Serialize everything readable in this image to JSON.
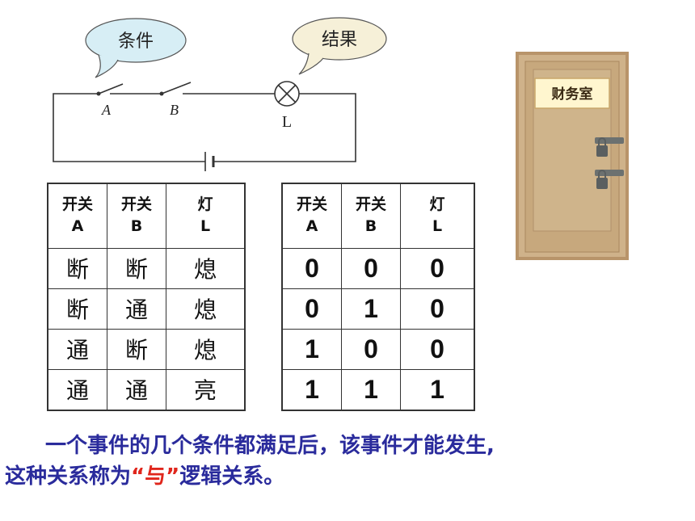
{
  "circuit": {
    "bubble_condition": "条件",
    "bubble_result": "结果",
    "switch_a": "A",
    "switch_b": "B",
    "lamp": "L"
  },
  "door": {
    "sign": "财务室"
  },
  "table_text": {
    "headers": [
      [
        "开关",
        "A"
      ],
      [
        "开关",
        "B"
      ],
      [
        "灯",
        "L"
      ]
    ],
    "rows": [
      [
        "断",
        "断",
        "熄"
      ],
      [
        "断",
        "通",
        "熄"
      ],
      [
        "通",
        "断",
        "熄"
      ],
      [
        "通",
        "通",
        "亮"
      ]
    ]
  },
  "table_binary": {
    "headers": [
      [
        "开关",
        "A"
      ],
      [
        "开关",
        "B"
      ],
      [
        "灯",
        "L"
      ]
    ],
    "rows": [
      [
        "0",
        "0",
        "0"
      ],
      [
        "0",
        "1",
        "0"
      ],
      [
        "1",
        "0",
        "0"
      ],
      [
        "1",
        "1",
        "1"
      ]
    ]
  },
  "caption": {
    "line1": "一个事件的几个条件都满足后，该事件才能发生,",
    "line2_prefix": "这种关系称为",
    "line2_highlight": "“与”",
    "line2_suffix": "逻辑关系。"
  }
}
